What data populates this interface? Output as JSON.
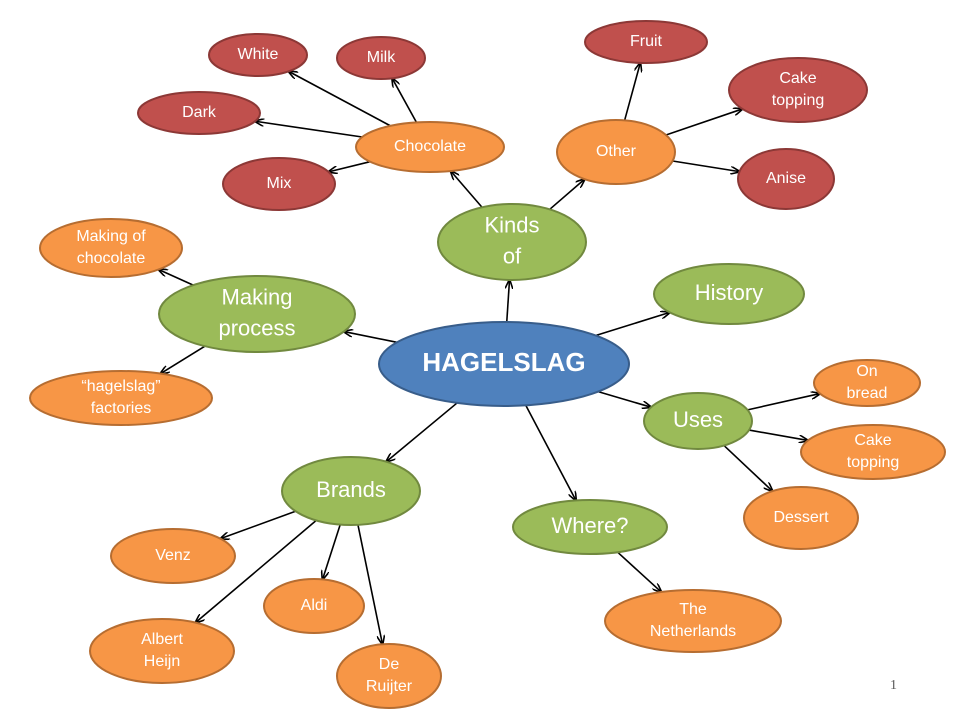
{
  "diagram": {
    "central": {
      "id": "hagelslag",
      "lines": [
        "HAGELSLAG"
      ]
    },
    "topics": [
      {
        "id": "kinds-of",
        "lines": [
          "Kinds",
          "of"
        ]
      },
      {
        "id": "history",
        "lines": [
          "History"
        ]
      },
      {
        "id": "uses",
        "lines": [
          "Uses"
        ]
      },
      {
        "id": "where",
        "lines": [
          "Where?"
        ]
      },
      {
        "id": "brands",
        "lines": [
          "Brands"
        ]
      },
      {
        "id": "making-process",
        "lines": [
          "Making",
          "process"
        ]
      }
    ],
    "subtopics": [
      {
        "id": "chocolate",
        "lines": [
          "Chocolate"
        ]
      },
      {
        "id": "other",
        "lines": [
          "Other"
        ]
      },
      {
        "id": "on-bread",
        "lines": [
          "On",
          "bread"
        ]
      },
      {
        "id": "cake-topping-uses",
        "lines": [
          "Cake",
          "topping"
        ]
      },
      {
        "id": "dessert",
        "lines": [
          "Dessert"
        ]
      },
      {
        "id": "the-netherlands",
        "lines": [
          "The",
          "Netherlands"
        ]
      },
      {
        "id": "venz",
        "lines": [
          "Venz"
        ]
      },
      {
        "id": "aldi",
        "lines": [
          "Aldi"
        ]
      },
      {
        "id": "albert-heijn",
        "lines": [
          "Albert",
          "Heijn"
        ]
      },
      {
        "id": "de-ruijter",
        "lines": [
          "De",
          "Ruijter"
        ]
      },
      {
        "id": "making-of-chocolate",
        "lines": [
          "Making of",
          "chocolate"
        ]
      },
      {
        "id": "hagelslag-factories",
        "lines": [
          "“hagelslag”",
          "factories"
        ]
      }
    ],
    "leaves": [
      {
        "id": "white",
        "lines": [
          "White"
        ]
      },
      {
        "id": "milk",
        "lines": [
          "Milk"
        ]
      },
      {
        "id": "dark",
        "lines": [
          "Dark"
        ]
      },
      {
        "id": "mix",
        "lines": [
          "Mix"
        ]
      },
      {
        "id": "fruit",
        "lines": [
          "Fruit"
        ]
      },
      {
        "id": "cake-topping-other",
        "lines": [
          "Cake",
          "topping"
        ]
      },
      {
        "id": "anise",
        "lines": [
          "Anise"
        ]
      }
    ],
    "edges": [
      [
        "hagelslag",
        "kinds-of"
      ],
      [
        "hagelslag",
        "history"
      ],
      [
        "hagelslag",
        "uses"
      ],
      [
        "hagelslag",
        "where"
      ],
      [
        "hagelslag",
        "brands"
      ],
      [
        "hagelslag",
        "making-process"
      ],
      [
        "kinds-of",
        "chocolate"
      ],
      [
        "kinds-of",
        "other"
      ],
      [
        "chocolate",
        "white"
      ],
      [
        "chocolate",
        "milk"
      ],
      [
        "chocolate",
        "dark"
      ],
      [
        "chocolate",
        "mix"
      ],
      [
        "other",
        "fruit"
      ],
      [
        "other",
        "cake-topping-other"
      ],
      [
        "other",
        "anise"
      ],
      [
        "uses",
        "on-bread"
      ],
      [
        "uses",
        "cake-topping-uses"
      ],
      [
        "uses",
        "dessert"
      ],
      [
        "where",
        "the-netherlands"
      ],
      [
        "brands",
        "venz"
      ],
      [
        "brands",
        "aldi"
      ],
      [
        "brands",
        "albert-heijn"
      ],
      [
        "brands",
        "de-ruijter"
      ],
      [
        "making-process",
        "making-of-chocolate"
      ],
      [
        "making-process",
        "hagelslag-factories"
      ]
    ]
  },
  "colors": {
    "central": "#4f81bd",
    "topic": "#9bbb59",
    "subtopic": "#f79646",
    "leaf": "#c0504d"
  },
  "slide_number": "1"
}
